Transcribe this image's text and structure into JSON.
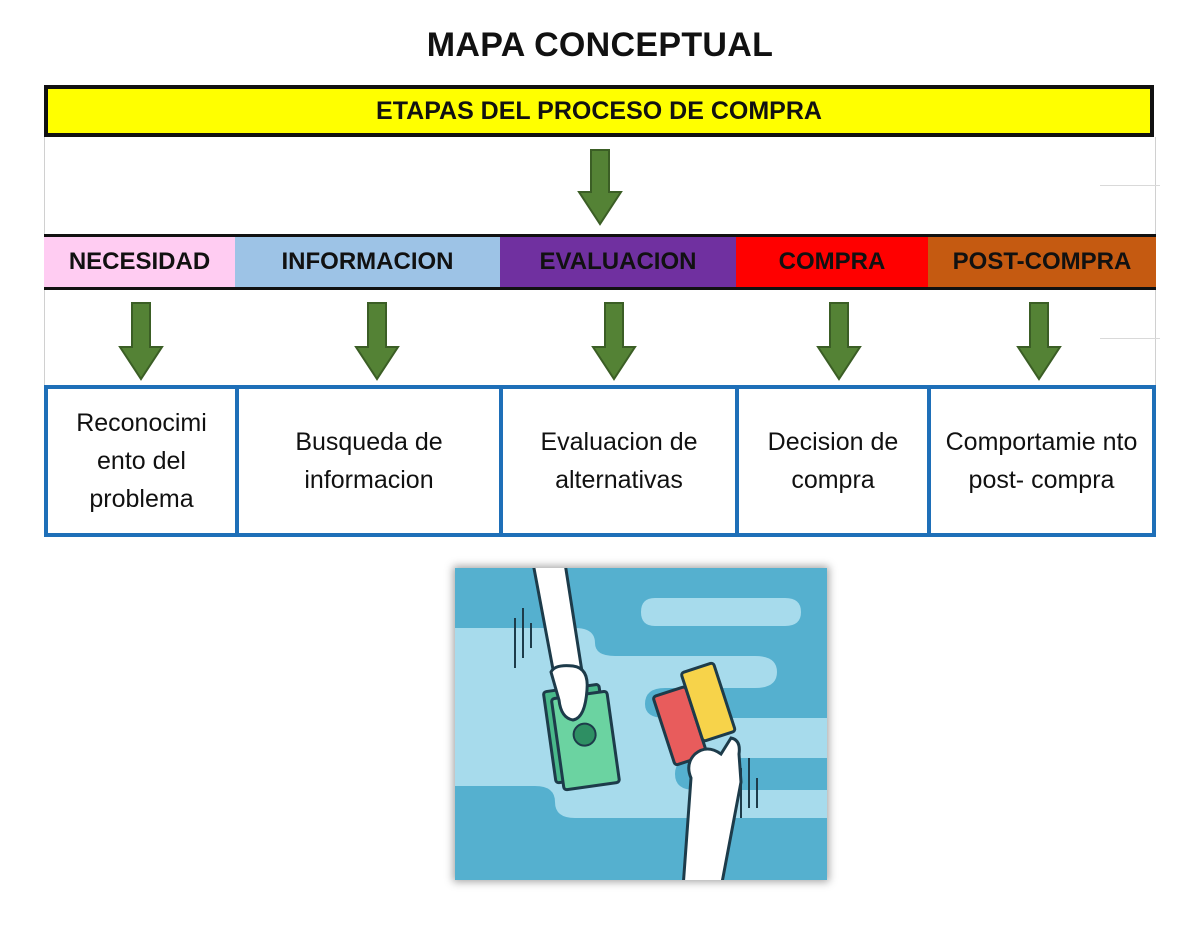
{
  "title": "MAPA CONCEPTUAL",
  "banner": "ETAPAS DEL PROCESO DE COMPRA",
  "stages": [
    {
      "label": "NECESIDAD",
      "bg": "#ffccf2",
      "fg": "#111111"
    },
    {
      "label": "INFORMACION",
      "bg": "#9dc3e6",
      "fg": "#111111"
    },
    {
      "label": "EVALUACION",
      "bg": "#7030a0",
      "fg": "#111111"
    },
    {
      "label": "COMPRA",
      "bg": "#ff0000",
      "fg": "#111111"
    },
    {
      "label": "POST-COMPRA",
      "bg": "#c55a11",
      "fg": "#111111"
    }
  ],
  "descriptions": [
    "Reconocimi ento del problema",
    "Busqueda de informacion",
    "Evaluacion de alternativas",
    "Decision de compra",
    "Comportamie nto post- compra"
  ],
  "colors": {
    "banner": "#ffff00",
    "arrow": "#548235",
    "box_border": "#1e6fb8",
    "illustration_bg": "#55b0cf"
  },
  "illustration": {
    "description_icon": "money-for-tickets-illustration"
  }
}
